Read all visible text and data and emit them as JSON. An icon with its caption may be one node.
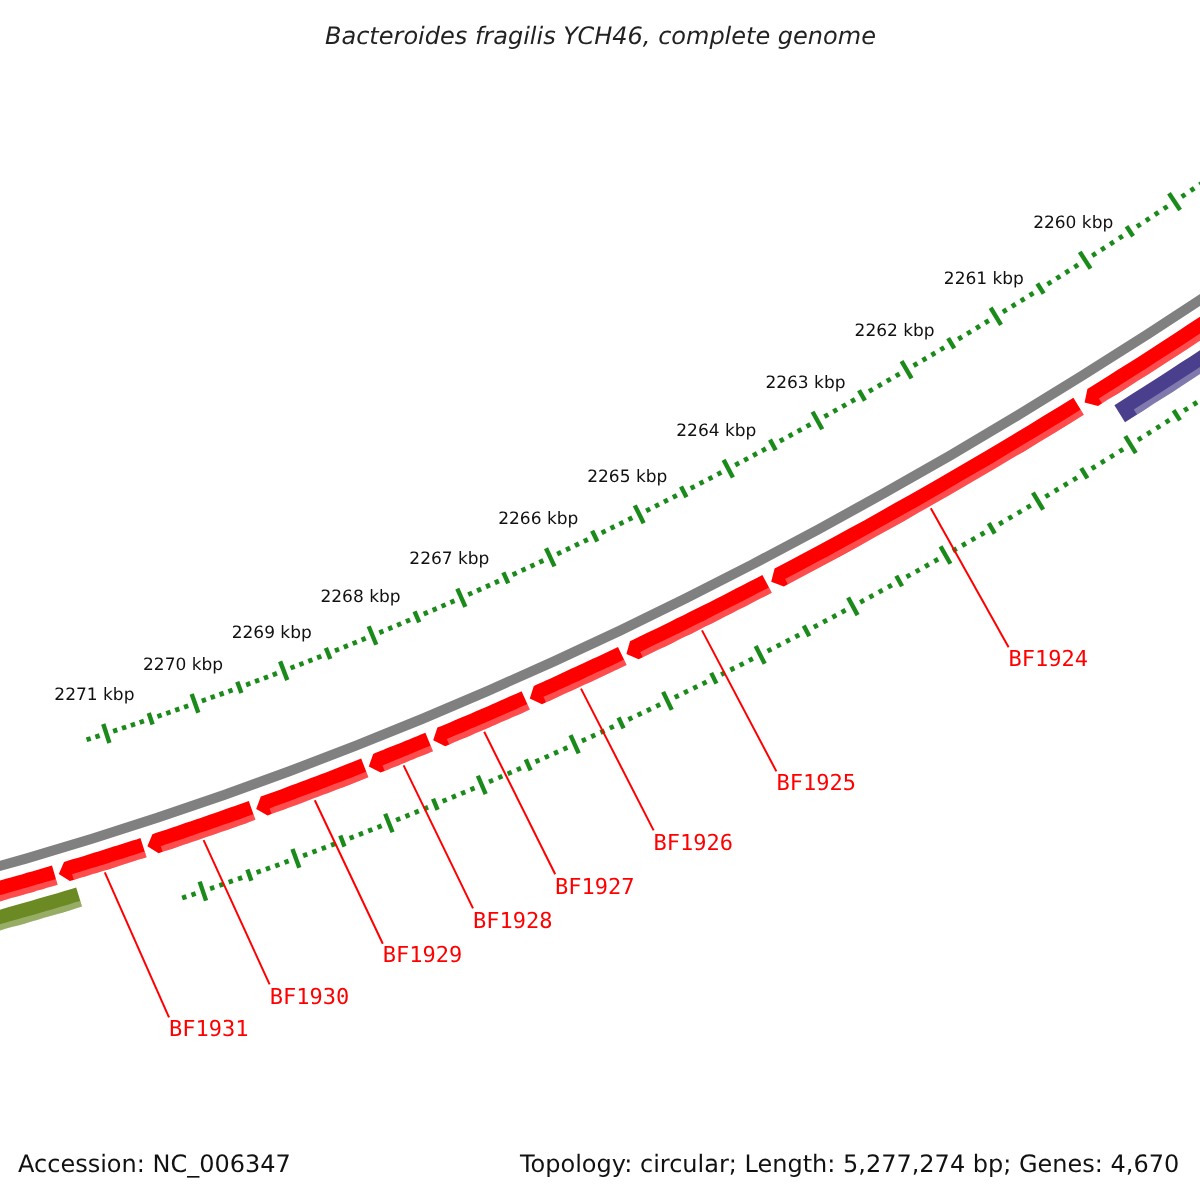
{
  "diagram": {
    "title": "Bacteroides fragilis YCH46, complete genome",
    "nodes": [
      {
        "text": [
          "BF1924"
        ]
      },
      {
        "text": [
          "BF1925"
        ]
      },
      {
        "text": [
          "BF1926"
        ]
      },
      {
        "text": [
          "BF1927"
        ]
      },
      {
        "text": [
          "BF1928"
        ]
      },
      {
        "text": [
          "BF1929"
        ]
      },
      {
        "text": [
          "BF1930"
        ]
      },
      {
        "text": [
          "BF1931"
        ]
      },
      {
        "text": [],
        "shape": "bar"
      },
      {
        "text": [],
        "shape": "arrow"
      },
      {
        "text": [],
        "shape": "arrow"
      },
      {
        "text": [],
        "shape": "arrow"
      },
      {
        "text": [],
        "shape": "arrow"
      },
      {
        "text": [],
        "shape": "arrow"
      },
      {
        "text": [],
        "shape": "arrow"
      },
      {
        "text": [],
        "shape": "arrow"
      },
      {
        "text": [],
        "shape": "arrow"
      },
      {
        "text": [],
        "shape": "arrow"
      },
      {
        "text": [],
        "shape": "arrow"
      },
      {
        "text": [],
        "shape": "bar"
      }
    ],
    "edges": [
      {
        "from": 0,
        "to": 17,
        "arrow": "none"
      },
      {
        "from": 1,
        "to": 16,
        "arrow": "none"
      },
      {
        "from": 2,
        "to": 15,
        "arrow": "none"
      },
      {
        "from": 3,
        "to": 14,
        "arrow": "none"
      },
      {
        "from": 4,
        "to": 13,
        "arrow": "none"
      },
      {
        "from": 5,
        "to": 12,
        "arrow": "none"
      },
      {
        "from": 6,
        "to": 11,
        "arrow": "none"
      },
      {
        "from": 7,
        "to": 10,
        "arrow": "none"
      }
    ],
    "labels": [
      "2260 kbp",
      "2261 kbp",
      "2262 kbp",
      "2263 kbp",
      "2264 kbp",
      "2265 kbp",
      "2266 kbp",
      "2267 kbp",
      "2268 kbp",
      "2269 kbp",
      "2270 kbp",
      "2271 kbp",
      "Accession: NC_006347",
      "Topology: circular; Length: 5,277,274 bp; Genes: 4,670"
    ]
  }
}
